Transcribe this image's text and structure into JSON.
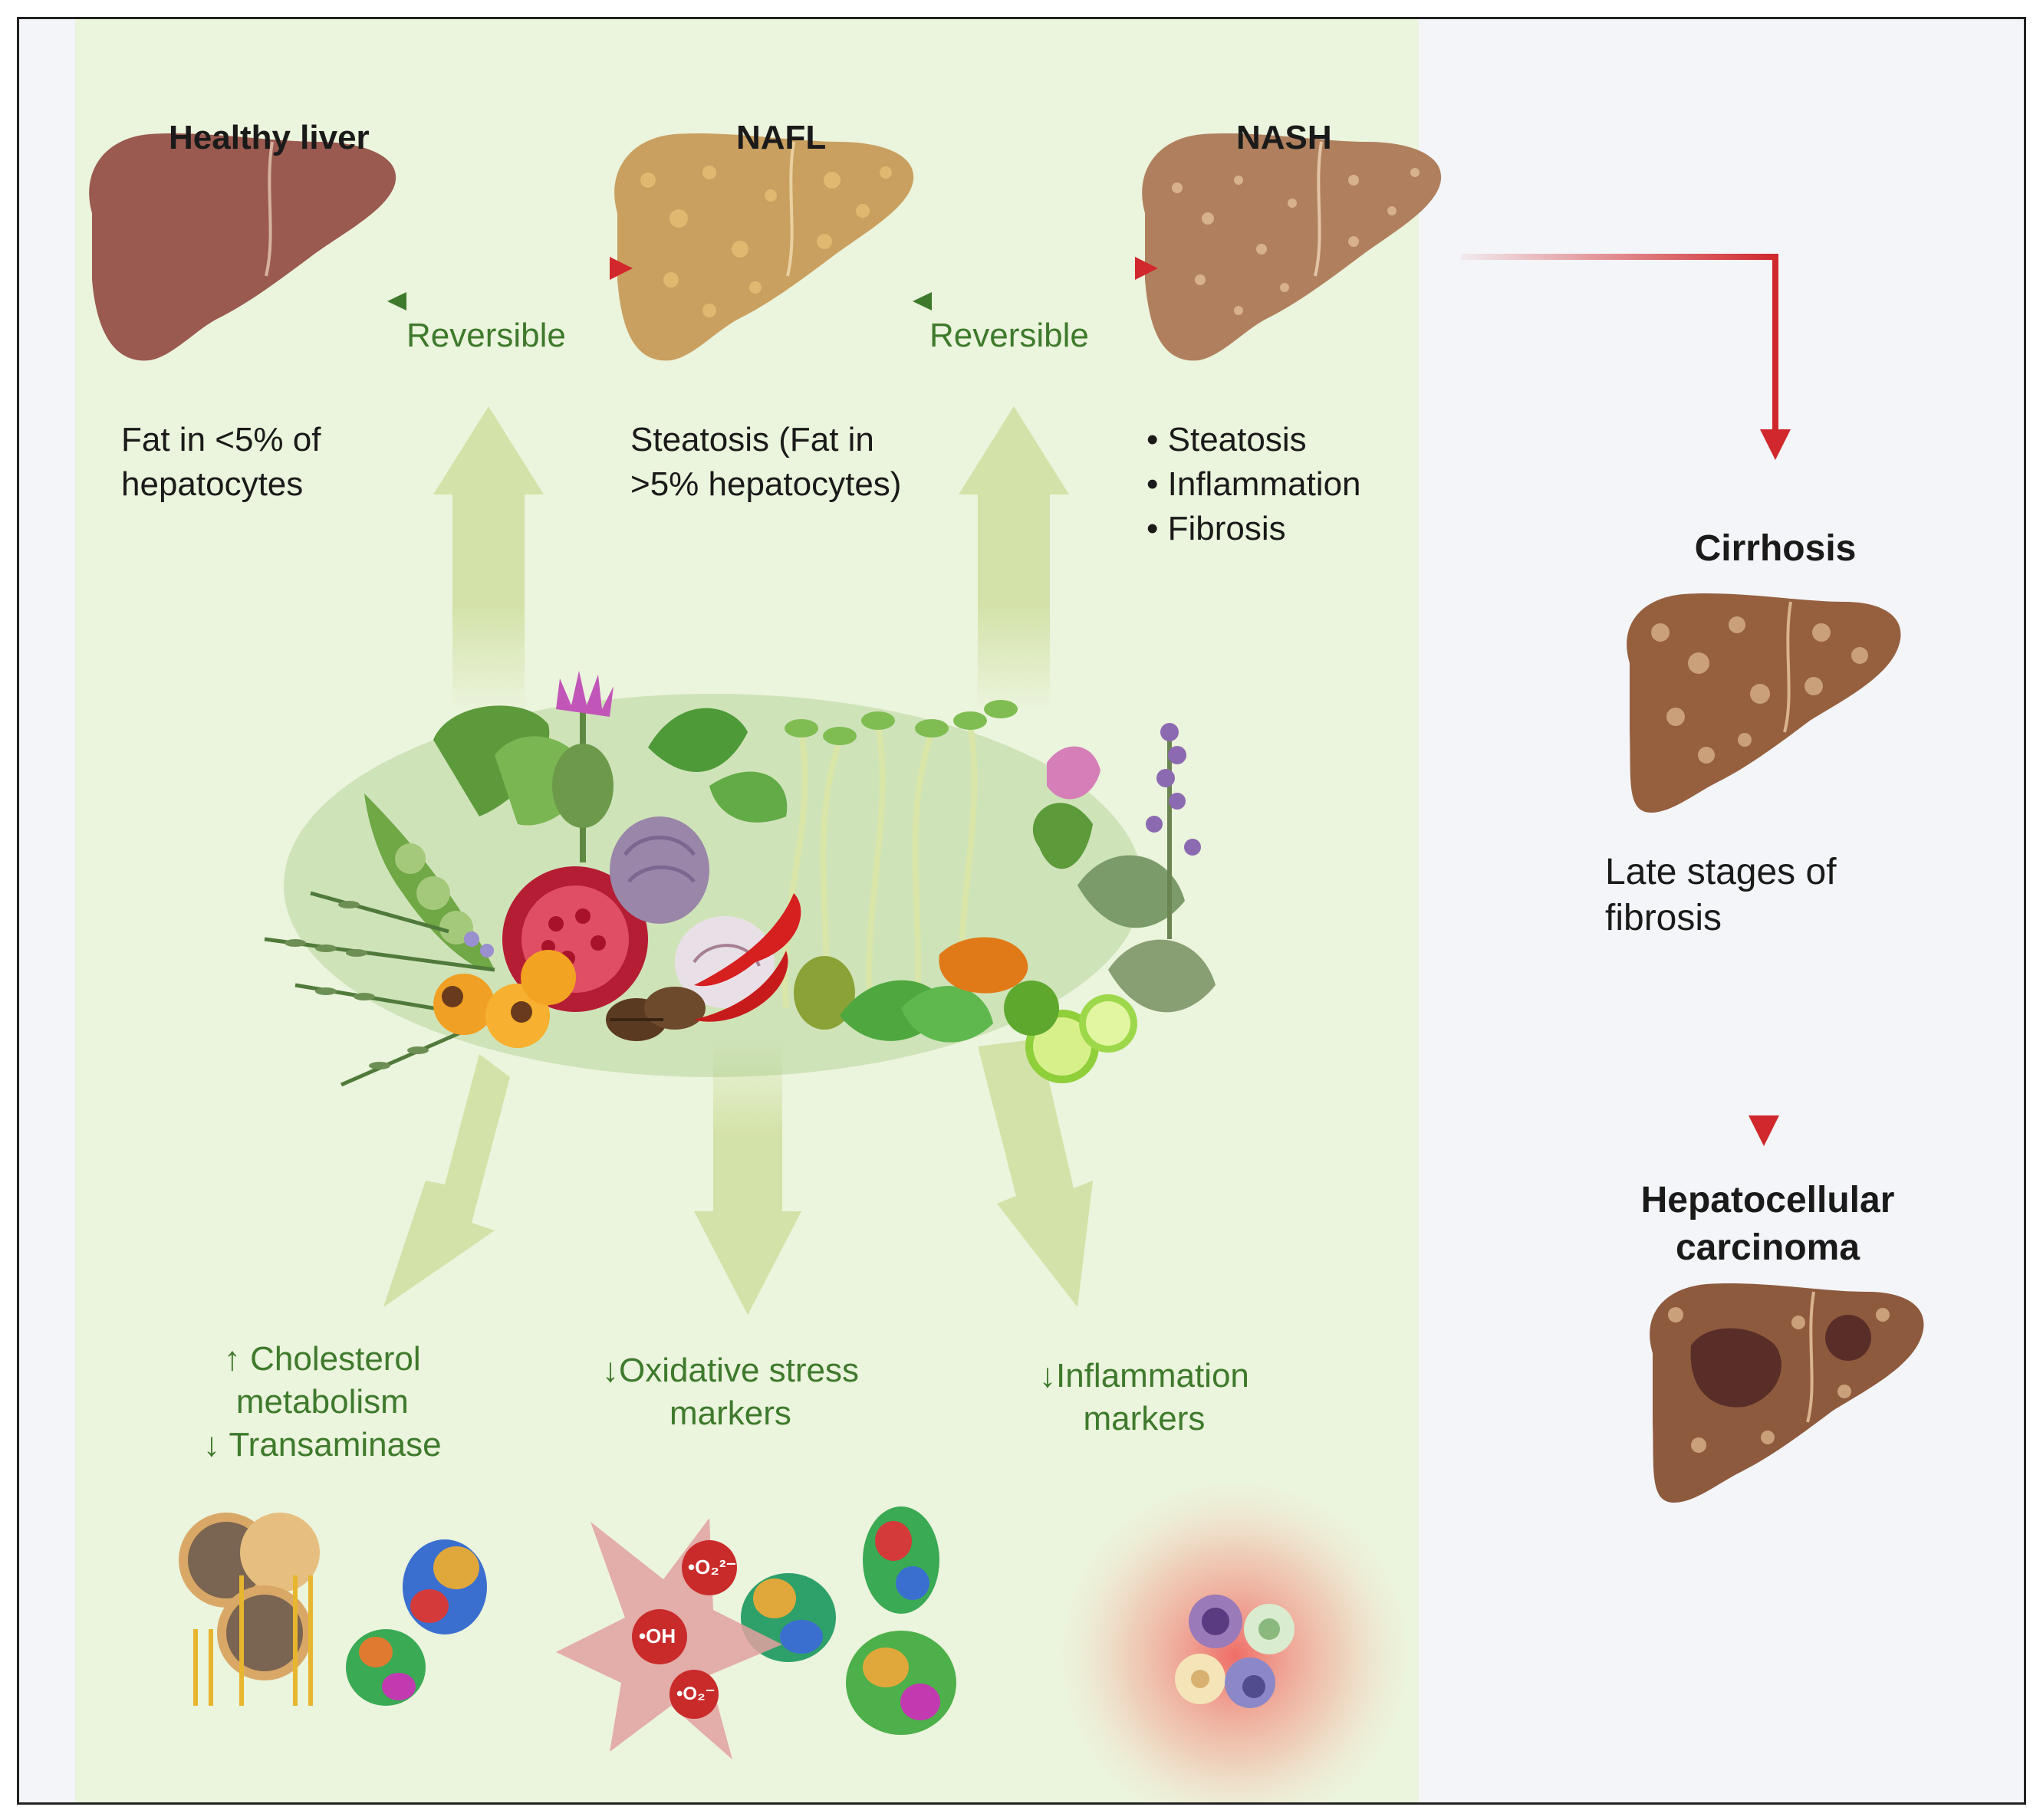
{
  "stages": {
    "healthy": {
      "title": "Healthy liver",
      "desc": [
        "Fat in <5% of",
        "hepatocytes"
      ]
    },
    "nafl": {
      "title": "NAFL",
      "desc": [
        "Steatosis (Fat in",
        ">5% hepatocytes)"
      ]
    },
    "nash": {
      "title": "NASH",
      "bullets": [
        "• Steatosis",
        "• Inflammation",
        "• Fibrosis"
      ]
    }
  },
  "transitions": {
    "reversible_1": "Reversible",
    "reversible_2": "Reversible"
  },
  "progression": {
    "cirrhosis": {
      "title": "Cirrhosis",
      "desc": [
        "Late stages of",
        "fibrosis"
      ]
    },
    "hcc": {
      "title": [
        "Hepatocellular",
        "carcinoma"
      ]
    }
  },
  "effects": {
    "lipid": {
      "line1": "Cholesterol",
      "line2": "metabolism",
      "line3": "Transaminase",
      "arrow_up": "↑",
      "arrow_down": "↓"
    },
    "oxidative": {
      "line1": "Oxidative stress",
      "line2": "markers",
      "arrow_down": "↓"
    },
    "inflammation": {
      "line1": "Inflammation",
      "line2": "markers",
      "arrow_down": "↓"
    }
  },
  "ros": {
    "superoxide_2": "•O₂²⁻",
    "hydroxyl": "•OH",
    "superoxide": "•O₂⁻"
  },
  "colors": {
    "panel": "#ebf4dc",
    "red_arrow": "#d0282c",
    "green_text": "#3e7a2c",
    "big_arrow": "#d3e2a8",
    "healthy_liver": "#9a5a50",
    "fatty_liver": "#c9a060",
    "nash_liver": "#b0805e",
    "cirrhosis_liver": "#96603f"
  },
  "icons": [
    "liver-icon",
    "plants-cluster-icon",
    "lipoprotein-icon",
    "protein-icon",
    "ros-star-icon",
    "immune-cells-icon"
  ]
}
